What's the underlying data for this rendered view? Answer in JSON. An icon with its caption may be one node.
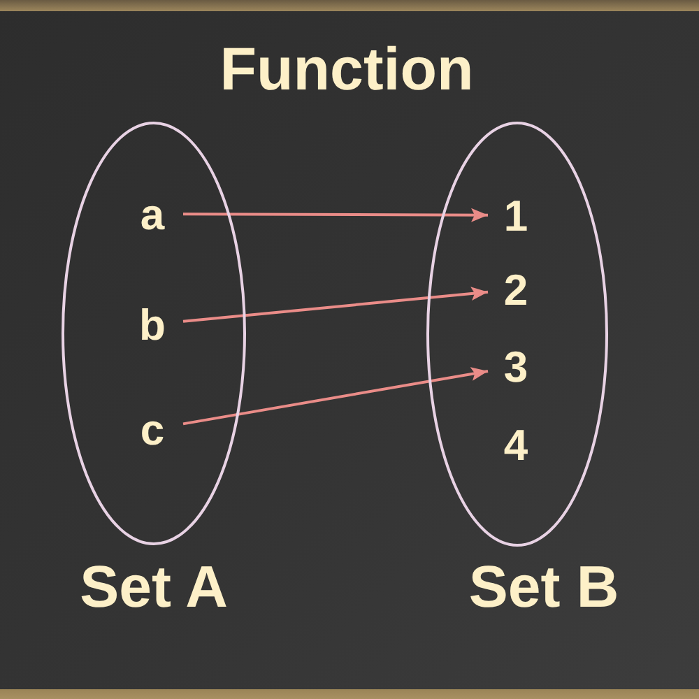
{
  "diagram": {
    "title": "Function",
    "nodes": [
      {
        "text": [
          "Set A"
        ]
      },
      {
        "text": [
          "a"
        ],
        "in": 0
      },
      {
        "text": [
          "b"
        ],
        "in": 0
      },
      {
        "text": [
          "c"
        ],
        "in": 0
      },
      {
        "text": [
          "Set B"
        ]
      },
      {
        "text": [
          "1"
        ],
        "in": 4
      },
      {
        "text": [
          "2"
        ],
        "in": 4
      },
      {
        "text": [
          "3"
        ],
        "in": 4
      },
      {
        "text": [
          "4"
        ],
        "in": 4
      }
    ],
    "edges": [
      {
        "from": 1,
        "to": 5,
        "arrow": "to"
      },
      {
        "from": 2,
        "to": 6,
        "arrow": "to"
      },
      {
        "from": 3,
        "to": 7,
        "arrow": "to"
      }
    ]
  }
}
